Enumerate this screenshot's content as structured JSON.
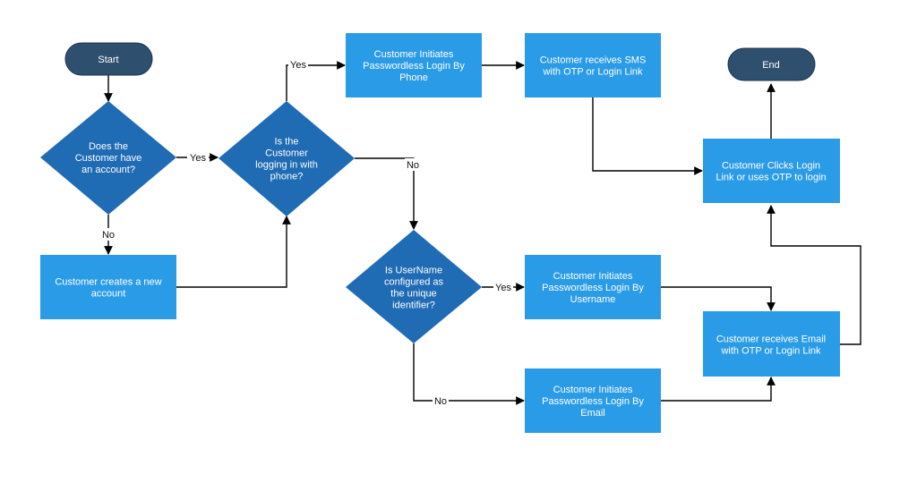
{
  "colors": {
    "terminal": "#2f4f6f",
    "process": "#2a9be6",
    "decision": "#1f6bb4",
    "line": "#000000",
    "text": "#ffffff"
  },
  "nodes": {
    "start": "Start",
    "end": "End",
    "has_account": [
      "Does the",
      "Customer have",
      "an account?"
    ],
    "phone_login": [
      "Is the",
      "Customer",
      "logging in with",
      "phone?"
    ],
    "username_id": [
      "Is UserName",
      "configured as",
      "the unique",
      "identifier?"
    ],
    "create_account": [
      "Customer creates a new",
      "account"
    ],
    "login_phone": [
      "Customer Initiates",
      "Passwordless Login By",
      "Phone"
    ],
    "receives_sms": [
      "Customer receives SMS",
      "with OTP or Login Link"
    ],
    "clicks_link": [
      "Customer Clicks Login",
      "Link or uses OTP to login"
    ],
    "login_username": [
      "Customer Initiates",
      "Passwordless Login By",
      "Username"
    ],
    "receives_email": [
      "Customer receives Email",
      "with OTP or Login Link"
    ],
    "login_email": [
      "Customer Initiates",
      "Passwordless Login By",
      "Email"
    ]
  },
  "edge_labels": {
    "account_yes": "Yes",
    "account_no": "No",
    "phone_yes": "Yes",
    "phone_no": "No",
    "username_yes": "Yes",
    "username_no": "No"
  }
}
